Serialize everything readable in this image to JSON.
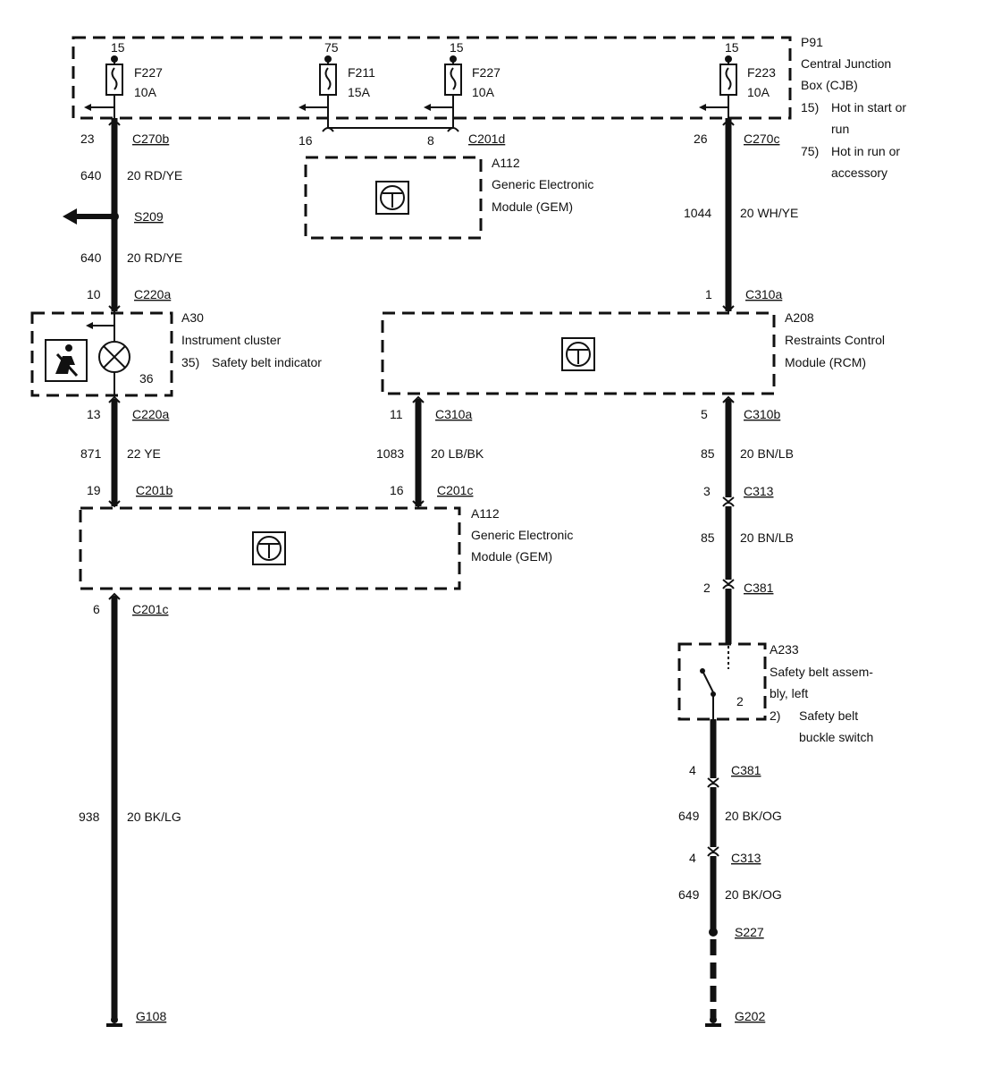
{
  "cjb": {
    "id": "P91",
    "name_line1": "Central Junction",
    "name_line2": "Box (CJB)",
    "note1_num": "15)",
    "note1_line1": "Hot in start or",
    "note1_line2": "run",
    "note2_num": "75)",
    "note2_line1": "Hot in run or",
    "note2_line2": "accessory",
    "fuses": [
      {
        "circuit": "15",
        "id": "F227",
        "rating": "10A"
      },
      {
        "circuit": "75",
        "id": "F211",
        "rating": "15A"
      },
      {
        "circuit": "15",
        "id": "F227",
        "rating": "10A"
      },
      {
        "circuit": "15",
        "id": "F223",
        "rating": "10A"
      }
    ]
  },
  "gem_top": {
    "id": "A112",
    "name_line1": "Generic Electronic",
    "name_line2": "Module (GEM)",
    "pin_left": "16",
    "pin_right": "8",
    "connector": "C201d"
  },
  "wires": {
    "left_top": {
      "pin": "23",
      "connector": "C270b",
      "circuit": "640",
      "color": "20 RD/YE"
    },
    "splice_s209": "S209",
    "left_mid": {
      "circuit": "640",
      "color": "20 RD/YE"
    },
    "cluster_in": {
      "pin": "10",
      "connector": "C220a"
    },
    "right_top": {
      "pin": "26",
      "connector": "C270c",
      "circuit": "1044",
      "color": "20 WH/YE"
    },
    "rcm_in": {
      "pin": "1",
      "connector": "C310a"
    },
    "cluster_out": {
      "pin": "13",
      "connector": "C220a",
      "circuit": "871",
      "color": "22 YE"
    },
    "gem_in_left": {
      "pin": "19",
      "connector": "C201b"
    },
    "rcm_out_left": {
      "pin": "11",
      "connector": "C310a",
      "circuit": "1083",
      "color": "20 LB/BK"
    },
    "gem_in_right": {
      "pin": "16",
      "connector": "C201c"
    },
    "rcm_out_right": {
      "pin": "5",
      "connector": "C310b",
      "circuit": "85",
      "color": "20 BN/LB"
    },
    "c313_top": {
      "pin": "3",
      "connector": "C313",
      "circuit": "85",
      "color": "20 BN/LB"
    },
    "c381_top": {
      "pin": "2",
      "connector": "C381"
    },
    "gem_out": {
      "pin": "6",
      "connector": "C201c",
      "circuit": "938",
      "color": "20 BK/LG"
    },
    "ground_left": "G108",
    "belt_out": {
      "pin": "4",
      "connector": "C381",
      "circuit": "649",
      "color": "20 BK/OG"
    },
    "c313_bottom": {
      "pin": "4",
      "connector": "C313",
      "circuit": "649",
      "color": "20 BK/OG"
    },
    "splice_s227": "S227",
    "ground_right": "G202"
  },
  "cluster": {
    "id": "A30",
    "name": "Instrument cluster",
    "note_num": "35)",
    "note_text": "Safety belt indicator",
    "lamp_pin": "36"
  },
  "rcm": {
    "id": "A208",
    "name_line1": "Restraints Control",
    "name_line2": "Module (RCM)"
  },
  "gem_mid": {
    "id": "A112",
    "name_line1": "Generic Electronic",
    "name_line2": "Module (GEM)"
  },
  "belt": {
    "id": "A233",
    "name_line1": "Safety belt assem-",
    "name_line2": "bly, left",
    "note_num": "2)",
    "note_line1": "Safety belt",
    "note_line2": "buckle switch",
    "switch_pin": "2"
  },
  "icons": {
    "module": "module-steering-wheel-icon",
    "seatbelt": "seatbelt-person-icon",
    "lamp": "indicator-lamp-icon",
    "fuse": "fuse-icon",
    "ground": "ground-icon",
    "switch": "switch-icon"
  }
}
